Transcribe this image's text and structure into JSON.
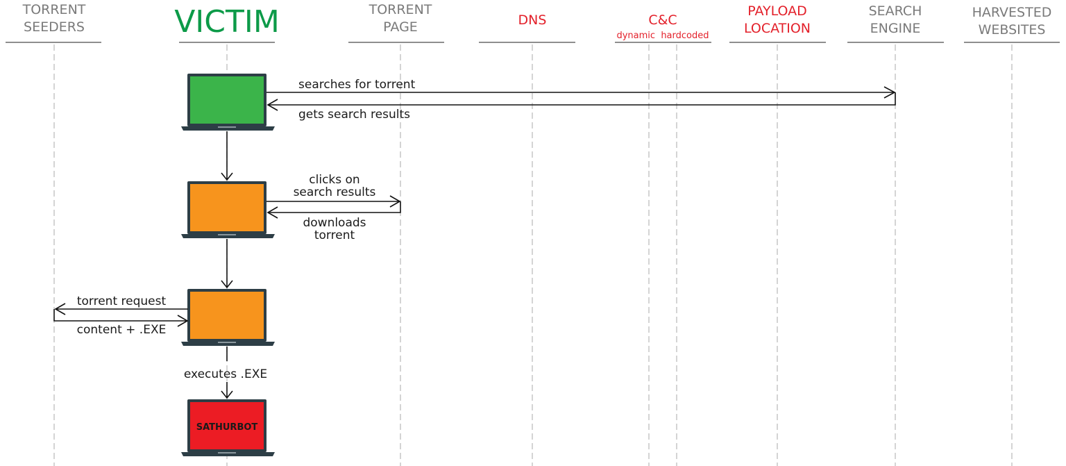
{
  "lanes": {
    "torrent_seeders": [
      "TORRENT",
      "SEEDERS"
    ],
    "victim": "VICTIM",
    "torrent_page": [
      "TORRENT",
      "PAGE"
    ],
    "dns": "DNS",
    "cnc": "C&C",
    "cnc_sub": "dynamic  hardcoded",
    "payload_location": [
      "PAYLOAD",
      "LOCATION"
    ],
    "search_engine": [
      "SEARCH",
      "ENGINE"
    ],
    "harvested_websites": [
      "HARVESTED",
      "WEBSITES"
    ]
  },
  "messages": {
    "searches": "searches for torrent",
    "results": "gets search results",
    "clicks": [
      "clicks on",
      "search results"
    ],
    "downloads": [
      "downloads",
      "torrent"
    ],
    "torrent_request": "torrent request",
    "content_exe": "content + .EXE",
    "executes": "executes .EXE"
  },
  "bot_label": "SATHURBOT",
  "colors": {
    "green_screen": "#3bb44a",
    "orange_screen": "#f7941d",
    "red_screen": "#ec1c24",
    "laptop_frame": "#2d3e46",
    "victim_title": "#0c9a48",
    "red_header": "#e3202a",
    "gray_header": "#7a7a7a"
  }
}
